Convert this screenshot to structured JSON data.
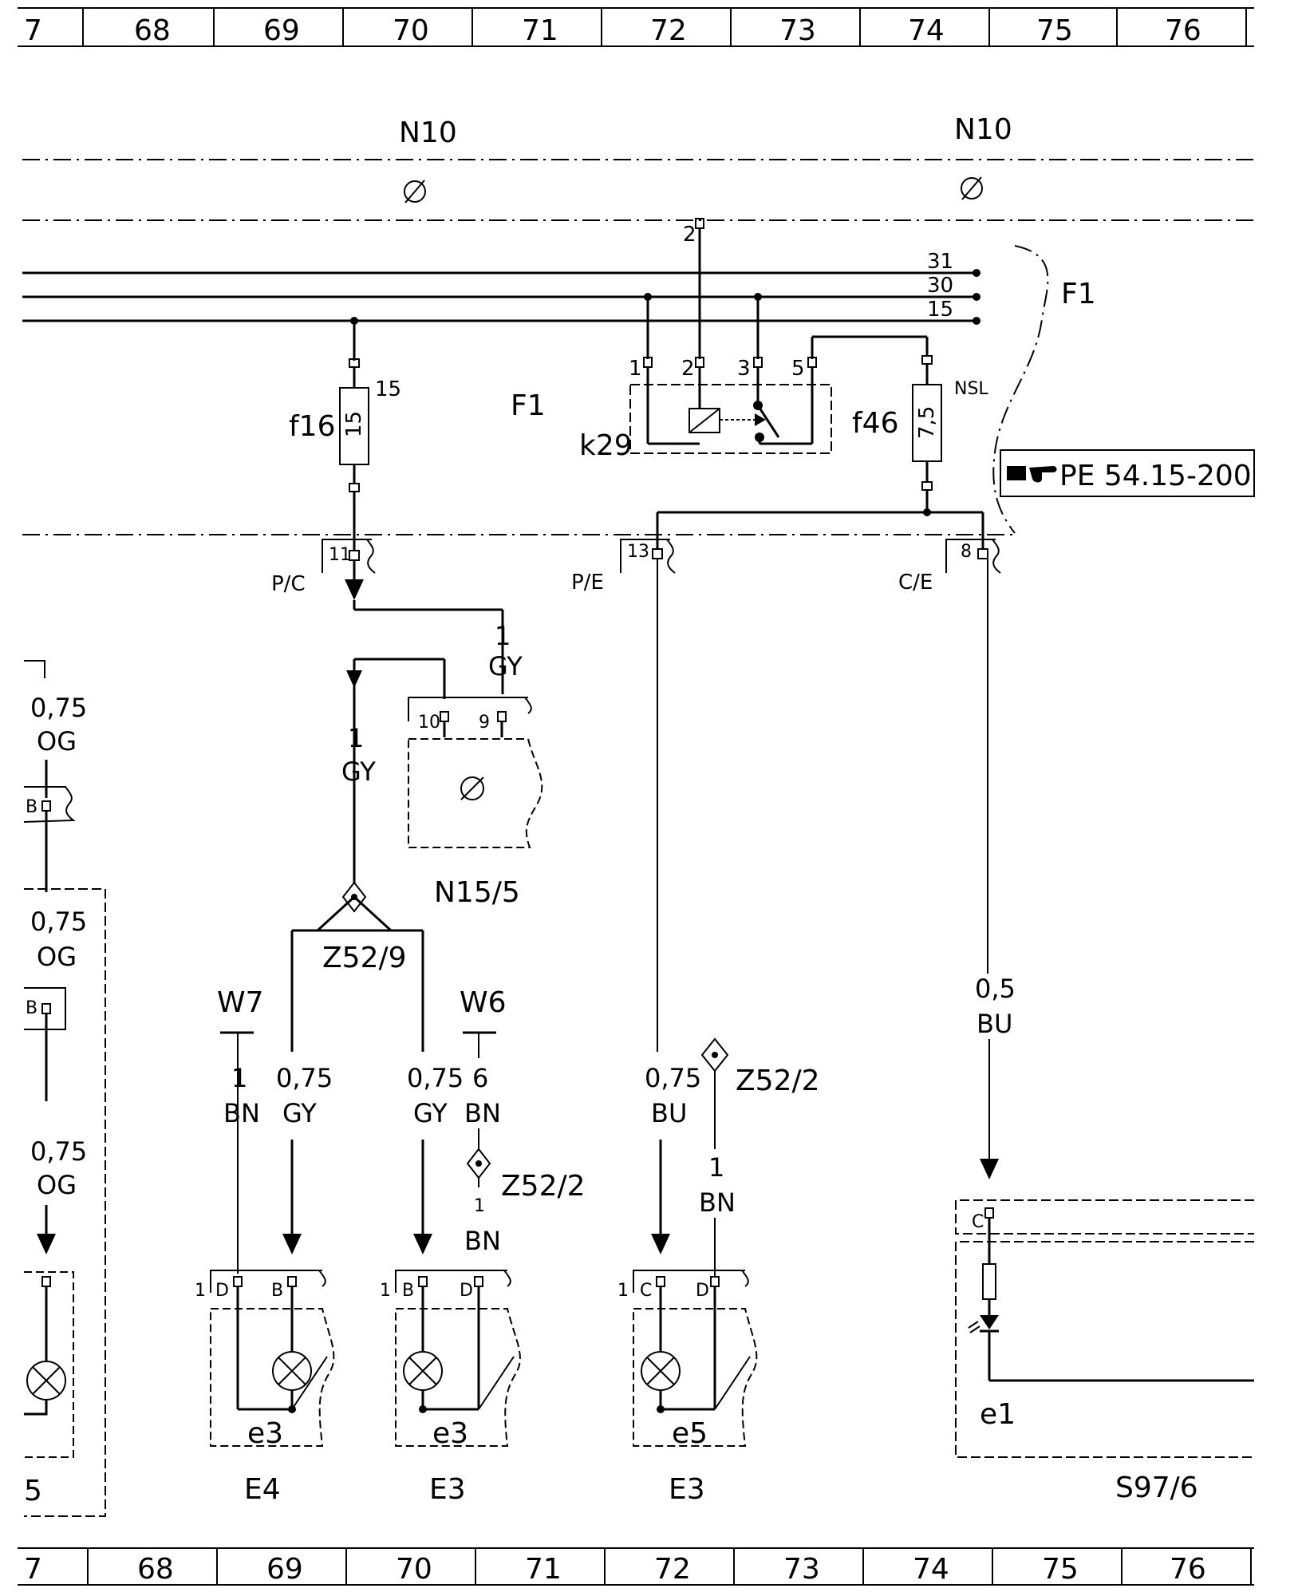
{
  "grid_columns": [
    "7",
    "68",
    "69",
    "70",
    "71",
    "72",
    "73",
    "74",
    "75",
    "76"
  ],
  "ground_labels": [
    "N10",
    "N10"
  ],
  "fuse_box": {
    "label": "F1",
    "bus_labels": [
      "31",
      "30",
      "15"
    ],
    "fuse_f16": {
      "name": "f16",
      "rating": "15",
      "terminal": "15"
    },
    "fuse_f46": {
      "name": "f46",
      "rating": "7,5",
      "terminal": "NSL"
    },
    "relay": {
      "name": "k29",
      "pins": [
        "1",
        "2",
        "3",
        "5"
      ],
      "top_pin": "2"
    },
    "reference": "PE 54.15-200",
    "outputs": [
      {
        "pin": "11",
        "connector": "P/C"
      },
      {
        "pin": "13",
        "connector": "P/E"
      },
      {
        "pin": "8",
        "connector": "C/E"
      }
    ]
  },
  "module_n15_5": {
    "name": "N15/5",
    "pins": [
      "10",
      "9"
    ]
  },
  "splice_left": {
    "name": "Z52/9"
  },
  "splice_mid": {
    "name": "Z52/2"
  },
  "splice_right": {
    "name": "Z52/2"
  },
  "grounds": [
    "W7",
    "W6"
  ],
  "wires": {
    "gy1_top": {
      "size": "1",
      "color": "GY"
    },
    "gy1_mid": {
      "size": "1",
      "color": "GY"
    },
    "og_a": {
      "size": "0,75",
      "color": "OG"
    },
    "og_b": {
      "size": "0,75",
      "color": "OG"
    },
    "og_c": {
      "size": "0,75",
      "color": "OG"
    },
    "w7_bn": {
      "size": "1",
      "color": "BN"
    },
    "e4_gy": {
      "size": "0,75",
      "color": "GY"
    },
    "e3_gy": {
      "size": "0,75",
      "color": "GY"
    },
    "w6_bn": {
      "size": "6",
      "color": "BN"
    },
    "w6_bn_b": {
      "size": "1",
      "color": "BN"
    },
    "e3r_bu": {
      "size": "0,75",
      "color": "BU"
    },
    "e3r_bn": {
      "size": "1",
      "color": "BN"
    },
    "s97_bu": {
      "size": "0,5",
      "color": "BU"
    }
  },
  "lamps": [
    {
      "name": "E4",
      "sub": "e3",
      "pins": [
        "1",
        "D",
        "B"
      ]
    },
    {
      "name": "E3",
      "sub": "e3",
      "pins": [
        "1",
        "B",
        "D"
      ]
    },
    {
      "name": "E3",
      "sub": "e5",
      "pins": [
        "1",
        "C",
        "D"
      ]
    }
  ],
  "switch_s97": {
    "name": "S97/6",
    "sub": "e1",
    "pin": "C"
  },
  "left_partial": {
    "pin_b1": "B",
    "pin_b2": "B",
    "label": "5"
  }
}
